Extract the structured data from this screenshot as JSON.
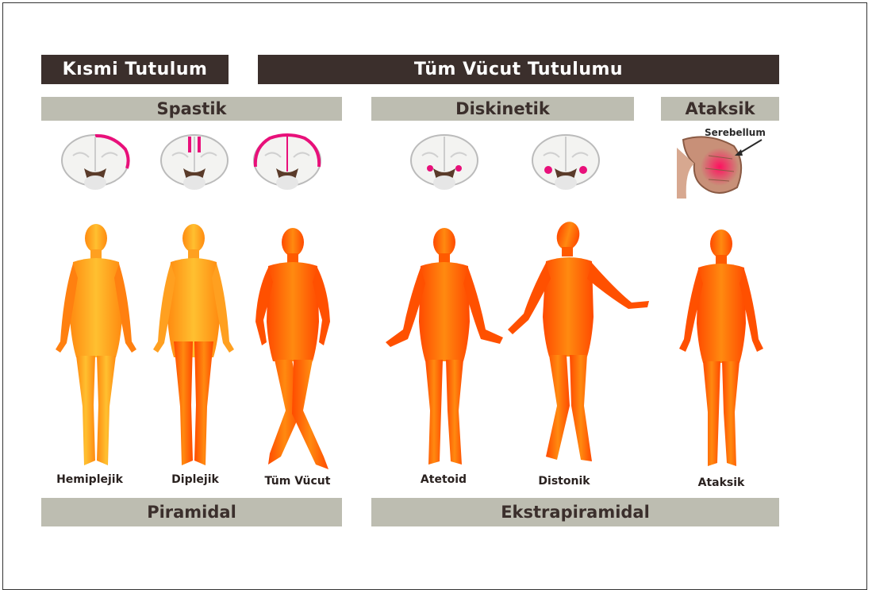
{
  "headers": {
    "partial": "Kısmi Tutulum",
    "whole": "Tüm Vücut Tutulumu"
  },
  "categories": {
    "spastic": "Spastik",
    "dyskinetic": "Diskinetik",
    "ataxic": "Ataksik"
  },
  "cerebellum_label": "Serebellum",
  "figures": [
    {
      "label": "Hemiplejik",
      "icon": "human-figure-hemiplegic-icon"
    },
    {
      "label": "Diplejik",
      "icon": "human-figure-diplegic-icon"
    },
    {
      "label": "Tüm Vücut",
      "icon": "human-figure-whole-body-icon"
    },
    {
      "label": "Atetoid",
      "icon": "human-figure-athetoid-icon"
    },
    {
      "label": "Distonik",
      "icon": "human-figure-dystonic-icon"
    },
    {
      "label": "Ataksik",
      "icon": "human-figure-ataxic-icon"
    }
  ],
  "footers": {
    "pyramidal": "Piramidal",
    "extrapyramidal": "Ekstrapiramidal"
  },
  "colors": {
    "dark_bar": "#3b2f2c",
    "grey_bar": "#bdbdb1",
    "figure_light": "#ffb020",
    "figure_dark": "#ff5a00",
    "lesion": "#e8107a"
  }
}
